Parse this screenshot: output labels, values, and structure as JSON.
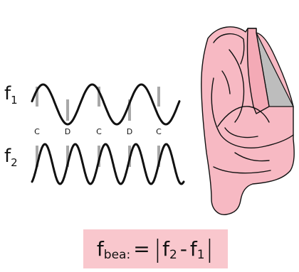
{
  "colors": {
    "ear_fill": "#f7b9c3",
    "ear_inner": "#f4aab6",
    "ear_shadow": "#bdbdbd",
    "formula_bg": "#f9c7cd",
    "wave": "#111111",
    "marker": "#a8a8a8"
  },
  "waves": {
    "f1": {
      "symbol": "f",
      "subscript": "1",
      "cycles": 3
    },
    "f2": {
      "symbol": "f",
      "subscript": "2",
      "cycles": 5
    }
  },
  "markers": [
    "C",
    "D",
    "C",
    "D",
    "C"
  ],
  "formula": {
    "lhs_symbol": "f",
    "lhs_subscript": "bea:",
    "equals": "=",
    "a_symbol": "f",
    "a_subscript": "2",
    "minus": "-",
    "b_symbol": "f",
    "b_subscript": "1"
  }
}
